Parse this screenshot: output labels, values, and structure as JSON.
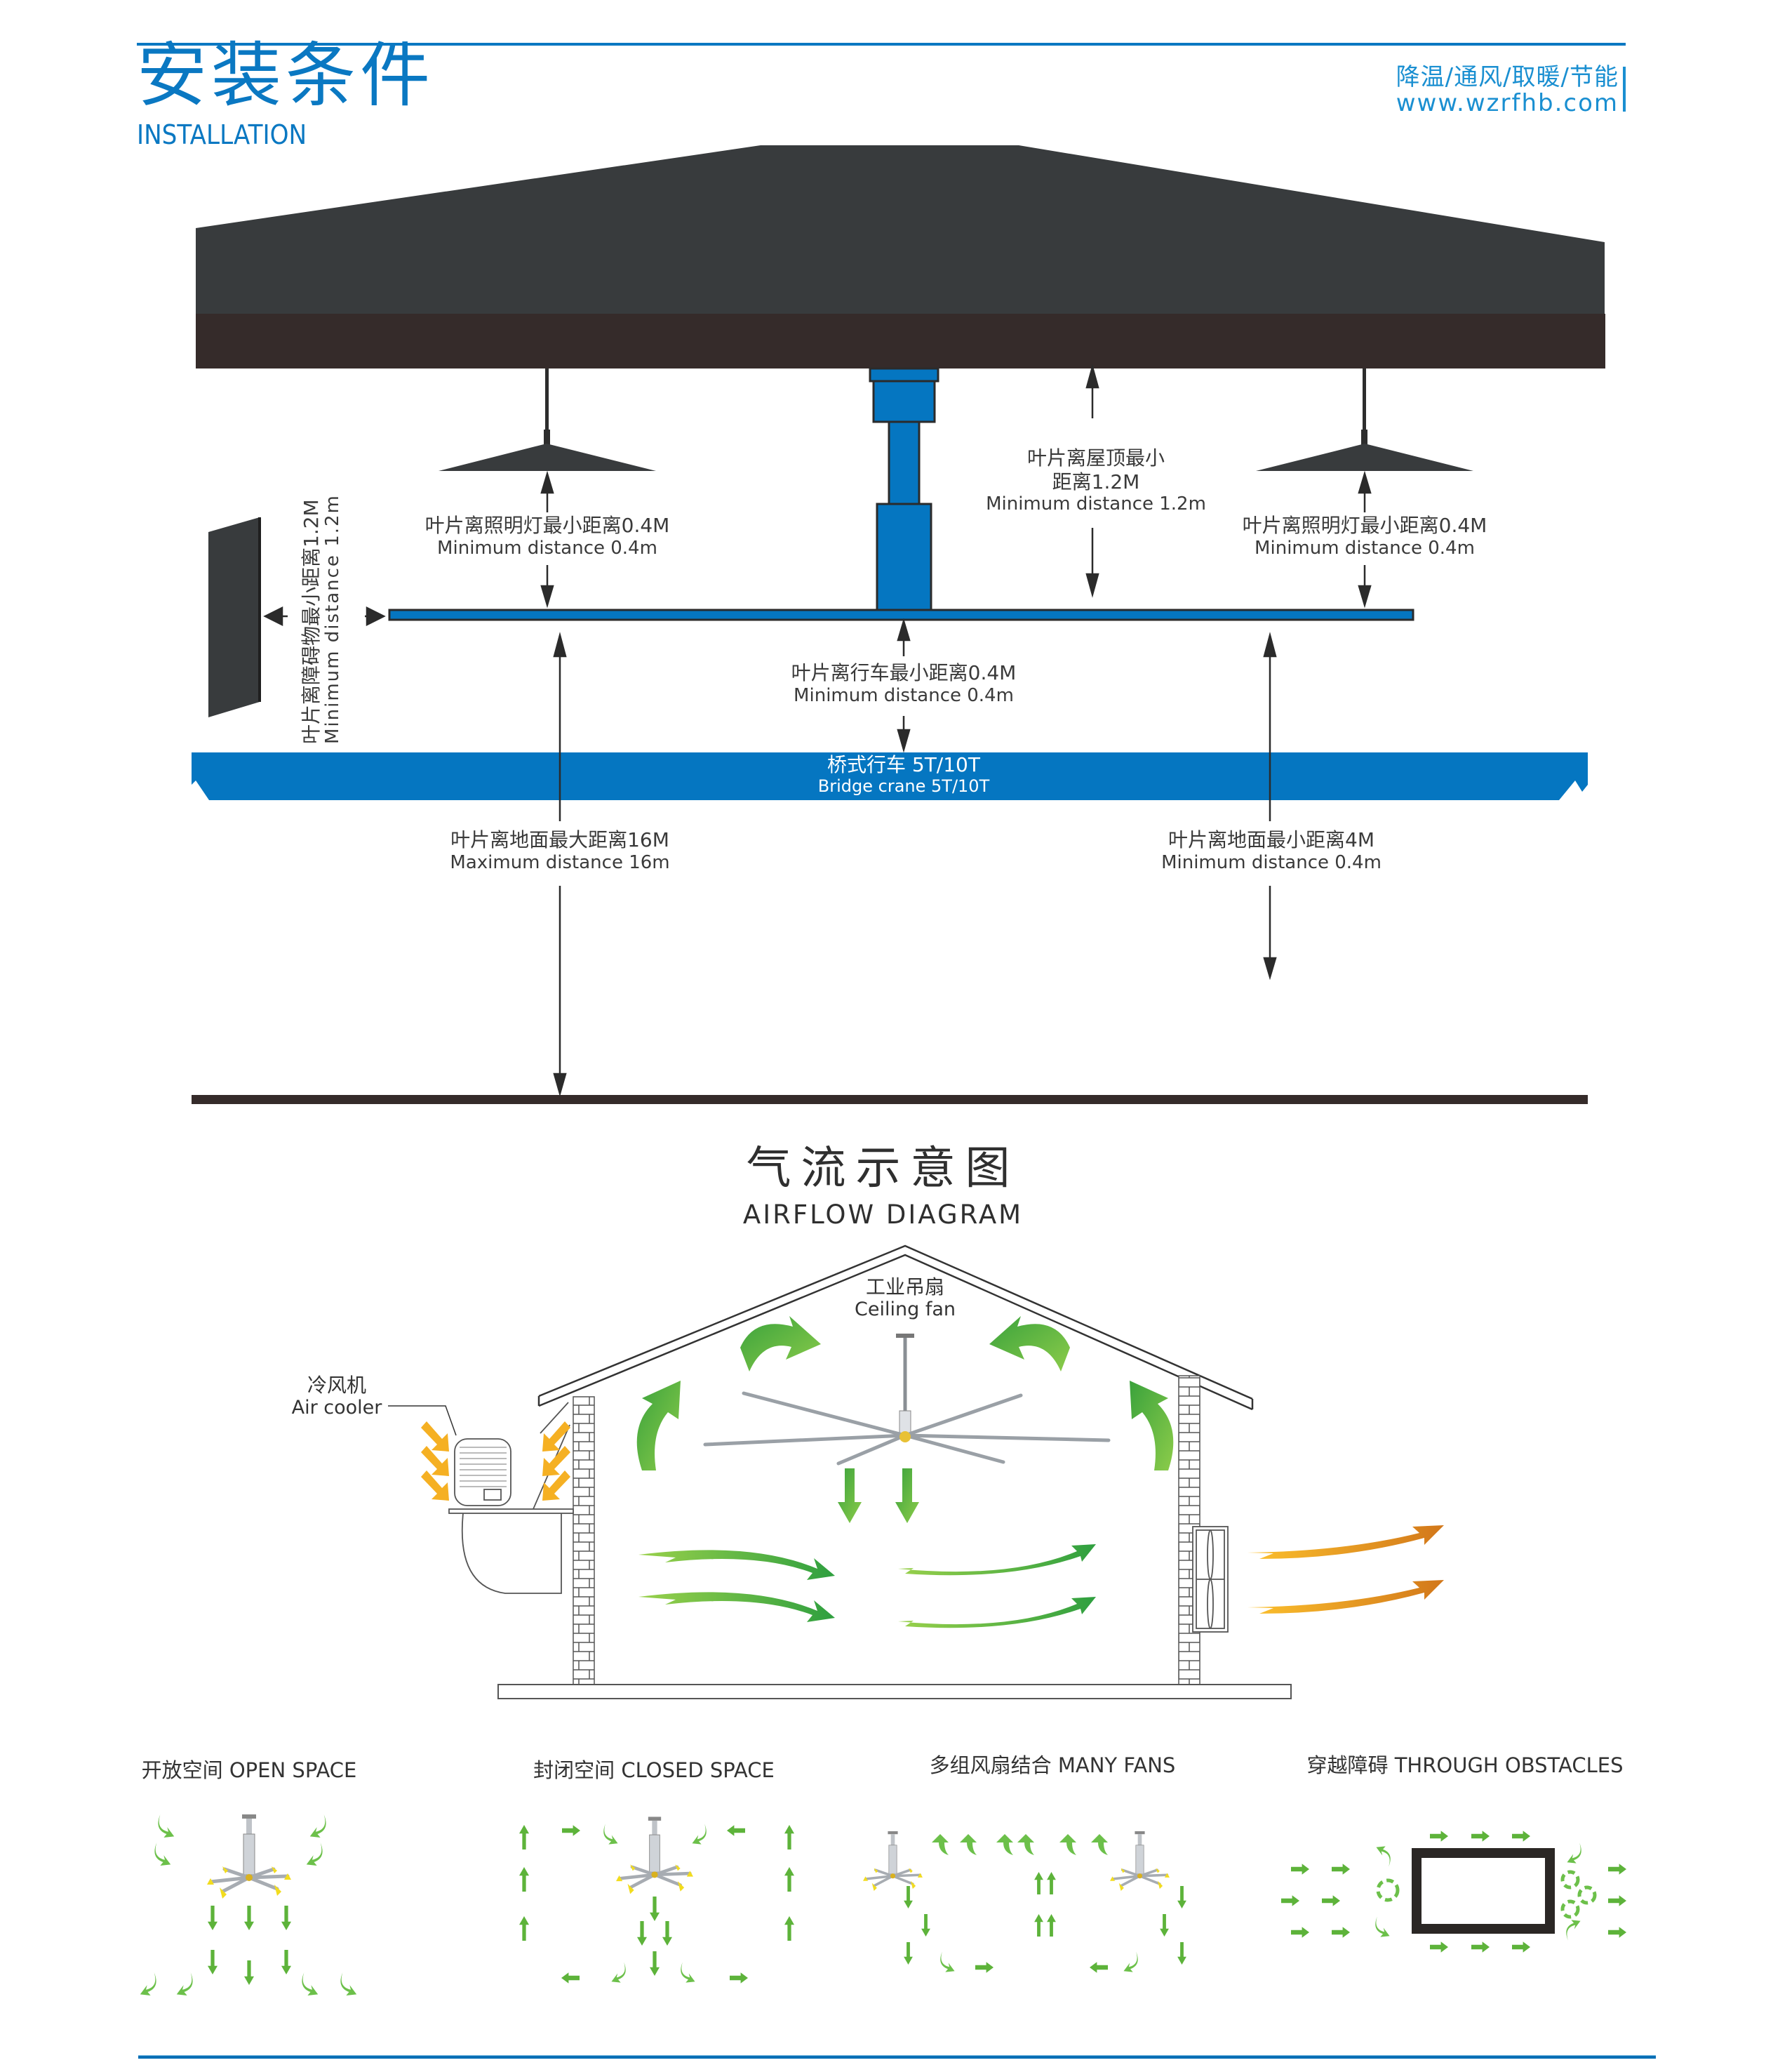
{
  "header": {
    "title_cn": "安装条件",
    "title_en": "INSTALLATION",
    "tagline_cn": "降温/通风/取暖/节能",
    "website": "www.wzrfhb.com"
  },
  "colors": {
    "brand_blue": "#0a78c2",
    "roof_dark": "#383b3d",
    "beam_dark": "#352b2a",
    "fan_blue": "#0576c1",
    "arrow_green": "#6cc04a",
    "arrow_orange": "#f3b522"
  },
  "installation": {
    "roof_clearance": {
      "cn_line1": "叶片离屋顶最小",
      "cn_line2": "距离1.2M",
      "en": "Minimum distance 1.2m"
    },
    "light_left": {
      "cn": "叶片离照明灯最小距离0.4M",
      "en": "Minimum distance 0.4m"
    },
    "light_right": {
      "cn": "叶片离照明灯最小距离0.4M",
      "en": "Minimum distance 0.4m"
    },
    "obstacle": {
      "cn": "叶片离障碍物最小距离1.2M",
      "en": "Minimum distance 1.2m"
    },
    "crane_clearance": {
      "cn": "叶片离行车最小距离0.4M",
      "en": "Minimum distance 0.4m"
    },
    "crane": {
      "cn": "桥式行车  5T/10T",
      "en": "Bridge crane 5T/10T"
    },
    "ground_max": {
      "cn": "叶片离地面最大距离16M",
      "en": "Maximum distance 16m"
    },
    "ground_min": {
      "cn": "叶片离地面最小距离4M",
      "en": "Minimum distance 0.4m"
    }
  },
  "airflow": {
    "title_cn": "气流示意图",
    "title_en": "AIRFLOW  DIAGRAM",
    "ceiling_fan": {
      "cn": "工业吊扇",
      "en": "Ceiling fan"
    },
    "air_cooler": {
      "cn": "冷风机",
      "en": "Air cooler"
    }
  },
  "scenarios": [
    {
      "label": "开放空间 OPEN SPACE",
      "icon": "open-space-airflow"
    },
    {
      "label": "封闭空间 CLOSED SPACE",
      "icon": "closed-space-airflow"
    },
    {
      "label": "多组风扇结合 MANY FANS",
      "icon": "many-fans-airflow"
    },
    {
      "label": "穿越障碍 THROUGH OBSTACLES",
      "icon": "through-obstacles-airflow"
    }
  ]
}
